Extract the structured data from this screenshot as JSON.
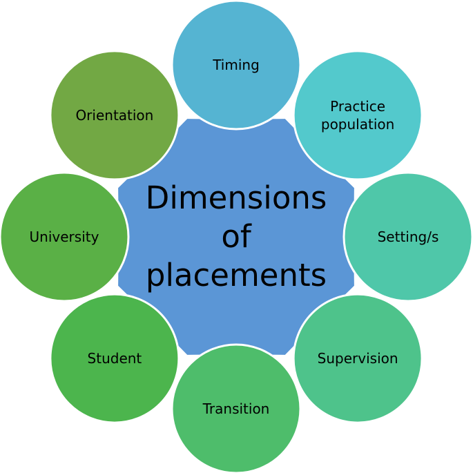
{
  "center": {
    "lines": [
      "Dimensions",
      "of",
      "placements"
    ],
    "color": "#5b96d6"
  },
  "nodes": [
    {
      "label_lines": [
        "Timing"
      ],
      "color": "#55b4d2",
      "icon": "circle"
    },
    {
      "label_lines": [
        "Practice",
        "population"
      ],
      "color": "#53c9cc",
      "icon": "circle"
    },
    {
      "label_lines": [
        "Setting/s"
      ],
      "color": "#4fc7a9",
      "icon": "circle"
    },
    {
      "label_lines": [
        "Supervision"
      ],
      "color": "#4ec38b",
      "icon": "circle"
    },
    {
      "label_lines": [
        "Transition"
      ],
      "color": "#4ebd6b",
      "icon": "circle"
    },
    {
      "label_lines": [
        "Student"
      ],
      "color": "#4cb54d",
      "icon": "circle"
    },
    {
      "label_lines": [
        "University"
      ],
      "color": "#5ab046",
      "icon": "circle"
    },
    {
      "label_lines": [
        "Orientation"
      ],
      "color": "#72a844",
      "icon": "circle"
    }
  ],
  "outline_color": "#ffffff"
}
